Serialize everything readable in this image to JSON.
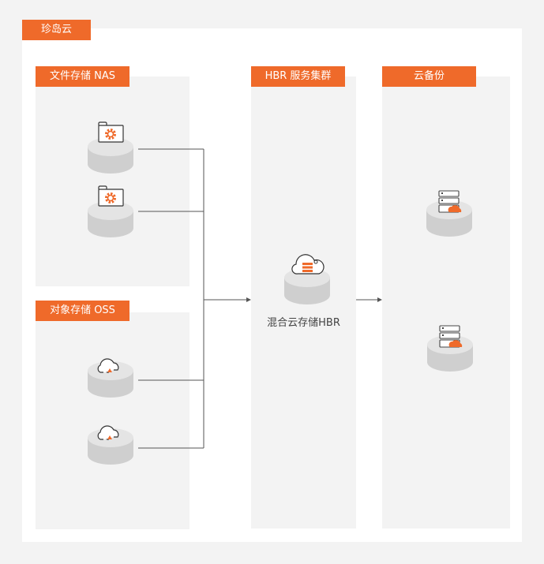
{
  "top_label": "珍岛云",
  "groups": {
    "nas": "文件存储  NAS",
    "oss": "对象存储  OSS",
    "hbr": "HBR 服务集群",
    "backup": "云备份"
  },
  "hbr_node_label": "混合云存储HBR",
  "colors": {
    "accent": "#ef6a2a",
    "line": "#555555"
  }
}
